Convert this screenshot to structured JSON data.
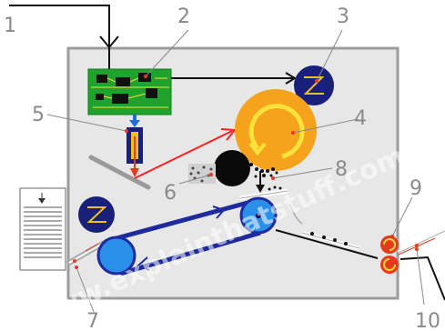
{
  "callouts": [
    {
      "id": "1",
      "label": "1"
    },
    {
      "id": "2",
      "label": "2"
    },
    {
      "id": "3",
      "label": "3"
    },
    {
      "id": "4",
      "label": "4"
    },
    {
      "id": "5",
      "label": "5"
    },
    {
      "id": "6",
      "label": "6"
    },
    {
      "id": "7",
      "label": "7"
    },
    {
      "id": "8",
      "label": "8"
    },
    {
      "id": "9",
      "label": "9"
    },
    {
      "id": "10",
      "label": "10"
    }
  ],
  "watermark": "www.explainthatstuff.com",
  "colors": {
    "frame_fill": "#e7e7e7",
    "frame_stroke": "#9c9c9c",
    "pcb": "#1fa32c",
    "motor": "#18207a",
    "drum": "#f5a21c",
    "drum_arc": "#ffe23a",
    "developer": "#0a0a0a",
    "belt": "#1f2a9c",
    "belt_roller": "#2a8fe8",
    "fuser": "#e63a1e",
    "laser_beam": "#ff2020",
    "callout_line": "#8a8a8a"
  }
}
